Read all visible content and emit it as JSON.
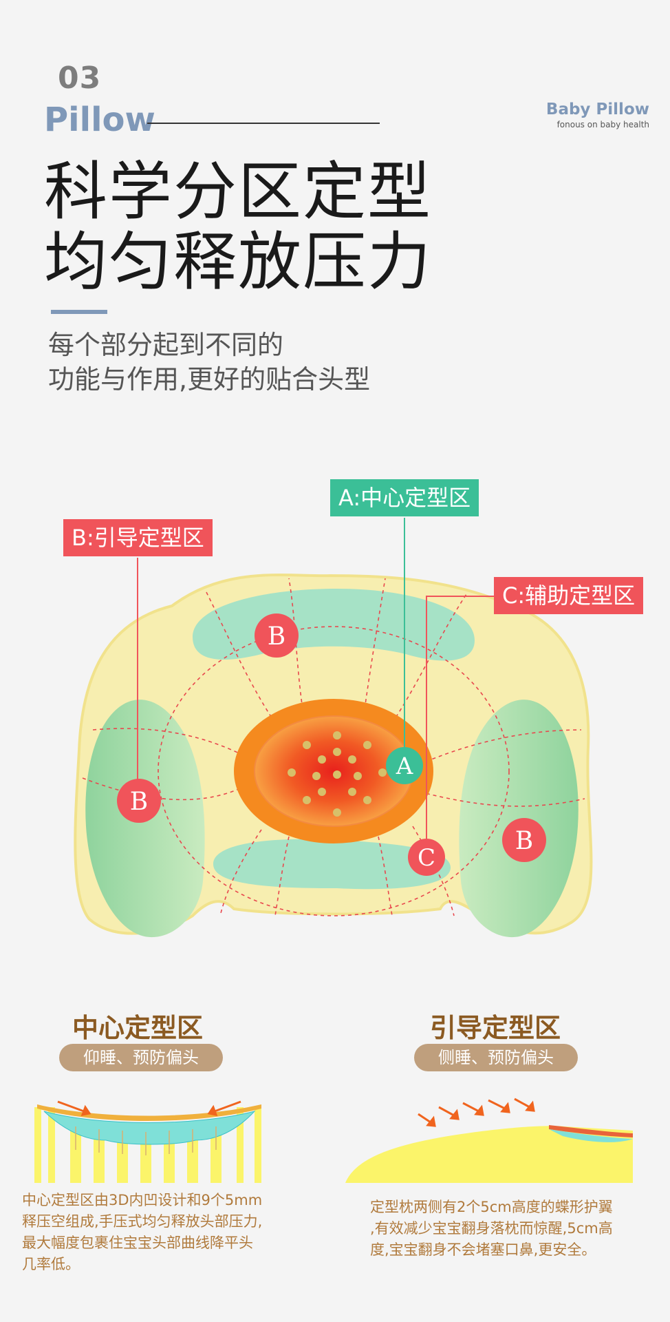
{
  "header": {
    "number": "03",
    "word": "Pillow",
    "brand": "Baby Pillow",
    "brand_sub": "fonous on baby health"
  },
  "title": [
    "科学分区定型",
    "均匀释放压力"
  ],
  "subtitle": [
    "每个部分起到不同的",
    "功能与作用,更好的贴合头型"
  ],
  "diagram": {
    "label_a": "A:中心定型区",
    "label_b": "B:引导定型区",
    "label_c": "C:辅助定型区",
    "marker_a": "A",
    "marker_b": "B",
    "marker_c": "C"
  },
  "sections": {
    "left": {
      "title": "中心定型区",
      "tag": "仰睡、预防偏头",
      "desc": [
        "中心定型区由3D内凹设计和9个5mm",
        "释压空组成,手压式均匀释放头部压力,",
        "最大幅度包裹住宝宝头部曲线降平头",
        "几率低。"
      ]
    },
    "right": {
      "title": "引导定型区",
      "tag": "侧睡、预防偏头",
      "desc": [
        "定型枕两侧有2个5cm高度的蝶形护翼",
        ",有效减少宝宝翻身落枕而惊醒,5cm高",
        "度,宝宝翻身不会堵塞口鼻,更安全。"
      ]
    }
  },
  "colors": {
    "accent_blue": "#7f98b8",
    "label_red": "#f0545a",
    "label_green": "#3bbf97",
    "pillow_yellow": "#f7eeb0",
    "pad_green": "#a6e2c6",
    "center_orange": "#f58a1f",
    "brown_text": "#8b5a22"
  }
}
